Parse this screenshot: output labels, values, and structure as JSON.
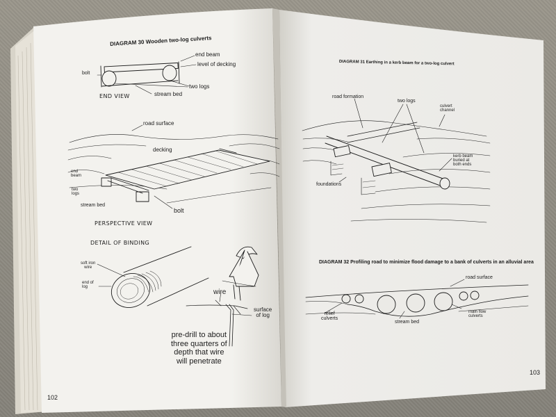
{
  "left_page": {
    "diagram30": {
      "title": "DIAGRAM 30  Wooden two-log culverts",
      "end_view": {
        "heading": "END VIEW",
        "labels": {
          "end_beam": "end beam",
          "level_of_decking": "level of decking",
          "bolt": "bolt",
          "two_logs": "two logs",
          "stream_bed": "stream bed"
        }
      },
      "perspective_view": {
        "heading": "PERSPECTIVE VIEW",
        "labels": {
          "road_surface": "road surface",
          "decking": "decking",
          "end_beam": "end\nbeam",
          "two_logs": "two\nlogs",
          "stream_bed": "stream bed",
          "bolt": "bolt"
        }
      },
      "binding": {
        "heading": "DETAIL OF BINDING",
        "labels": {
          "soft_iron_wire": "soft iron\nwire",
          "end_of_log": "end of\nlog",
          "wire": "wire",
          "surface_of_log": "surface\nof log",
          "predrill": "pre-drill to about\nthree quarters of\ndepth that wire\nwill penetrate"
        }
      }
    },
    "page_number": "102"
  },
  "right_page": {
    "diagram31": {
      "title": "DIAGRAM 31  Earthing in a kerb beam for a two-log culvert",
      "labels": {
        "road_formation": "road formation",
        "two_logs": "two logs",
        "culvert_channel": "culvert\nchannel",
        "kerb_beam": "kerb beam\nburied at\nboth ends",
        "foundations": "foundations"
      }
    },
    "diagram32": {
      "title": "DIAGRAM 32  Profiling road to minimize flood damage to a bank of culverts in an alluvial area",
      "labels": {
        "road_surface": "road surface",
        "relief_culverts": "relief\nculverts",
        "stream_bed": "stream bed",
        "main_flow_culverts": "main flow\nculverts"
      }
    },
    "page_number": "103"
  },
  "colors": {
    "paper_left": "#f3f2ee",
    "paper_right": "#eeedea",
    "ink": "#1c1c1c",
    "cloth": "#8d8a80"
  }
}
